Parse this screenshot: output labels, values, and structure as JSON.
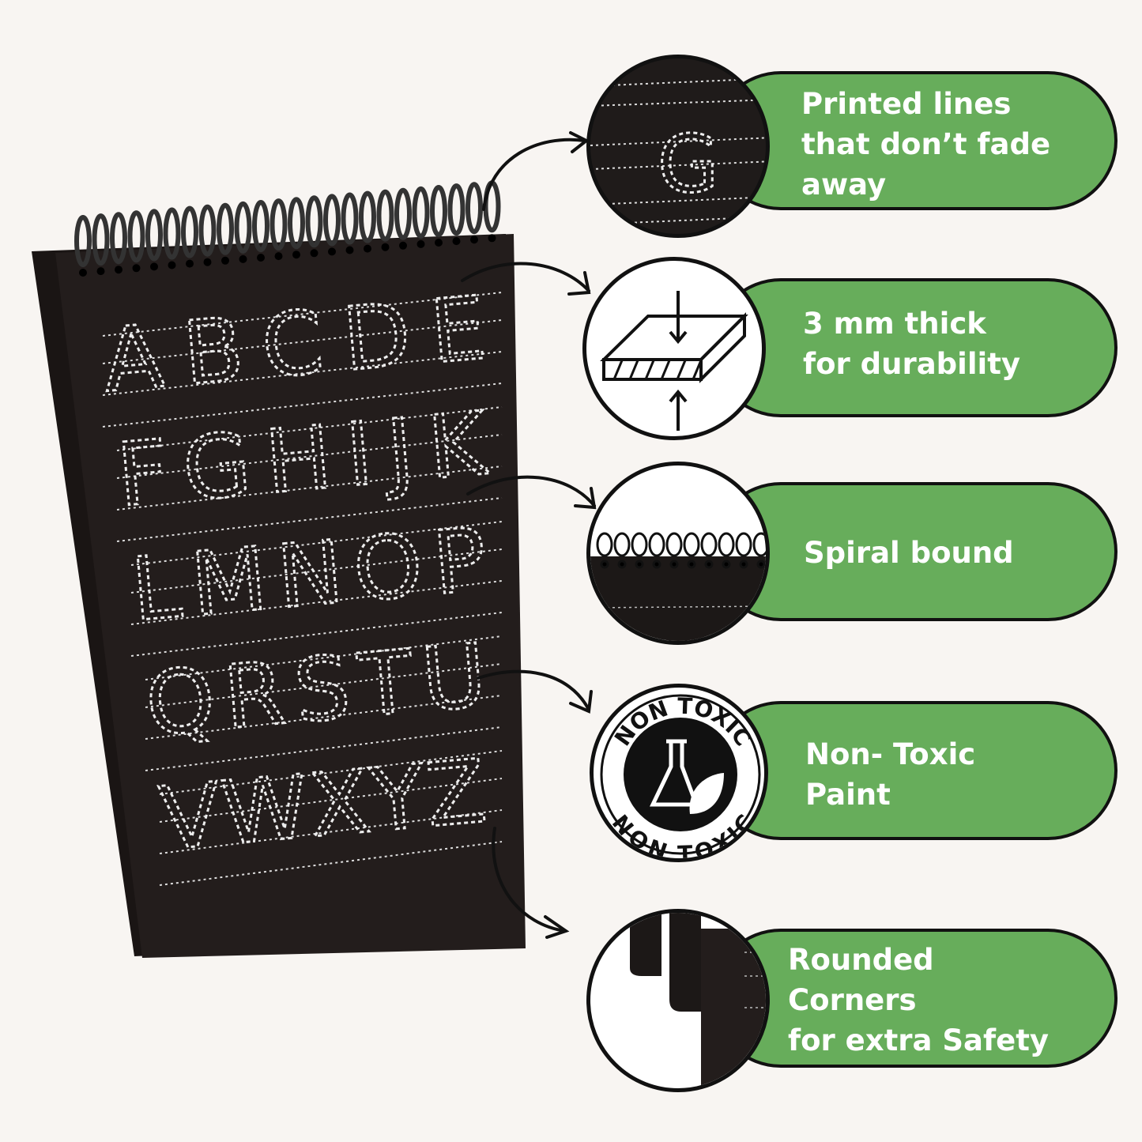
{
  "features": [
    {
      "text": "Printed lines\nthat don’t fade\naway",
      "icon": "printed-lines-closeup"
    },
    {
      "text": "3 mm thick\nfor durability",
      "icon": "thickness-icon"
    },
    {
      "text": "Spiral bound",
      "icon": "spiral-closeup"
    },
    {
      "text": "Non- Toxic\nPaint",
      "icon": "non-toxic-badge"
    },
    {
      "text": "Rounded\nCorners\nfor extra Safety",
      "icon": "rounded-corners-closeup"
    }
  ],
  "badge": {
    "top": "NON TOXIC",
    "bottom": "NON TOXIC"
  },
  "board": {
    "rows": [
      "ABCDE",
      "FGHIJK",
      "LMNOP",
      "QRSTU",
      "VWXYZ"
    ]
  },
  "closeup_letters": "G",
  "colors": {
    "green": "#67ad5b",
    "background": "#f8f5f2",
    "board": "#221d1c",
    "outline": "#111111"
  }
}
